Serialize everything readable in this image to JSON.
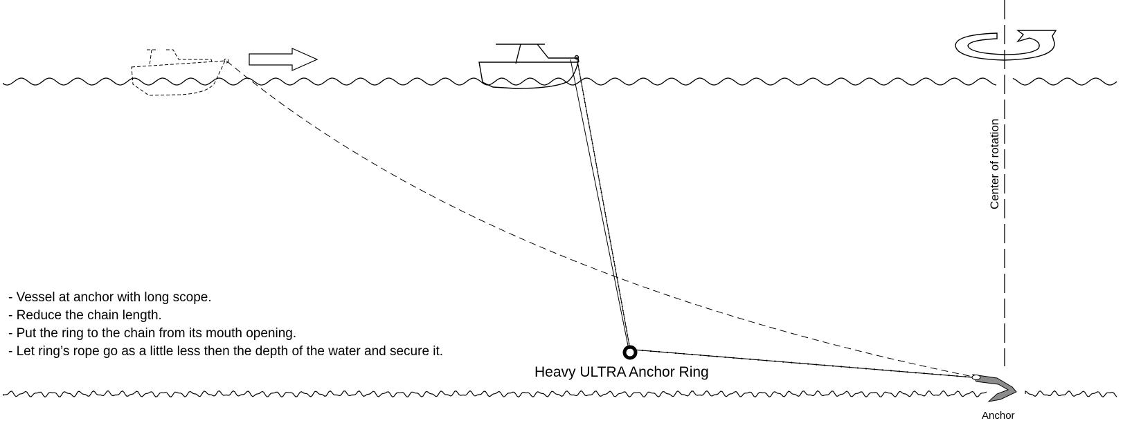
{
  "notes": [
    "- Vessel at anchor with long scope.",
    "- Reduce the chain length.",
    "- Put the ring to the chain from its mouth opening.",
    "- Let ring’s rope go as a little less then the depth of the water and secure it."
  ],
  "labels": {
    "ring": "Heavy ULTRA Anchor Ring",
    "anchor": "Anchor",
    "center_of_rotation": "Center of rotation"
  },
  "colors": {
    "line": "#000000",
    "anchor_fill": "#8c8c8c"
  }
}
